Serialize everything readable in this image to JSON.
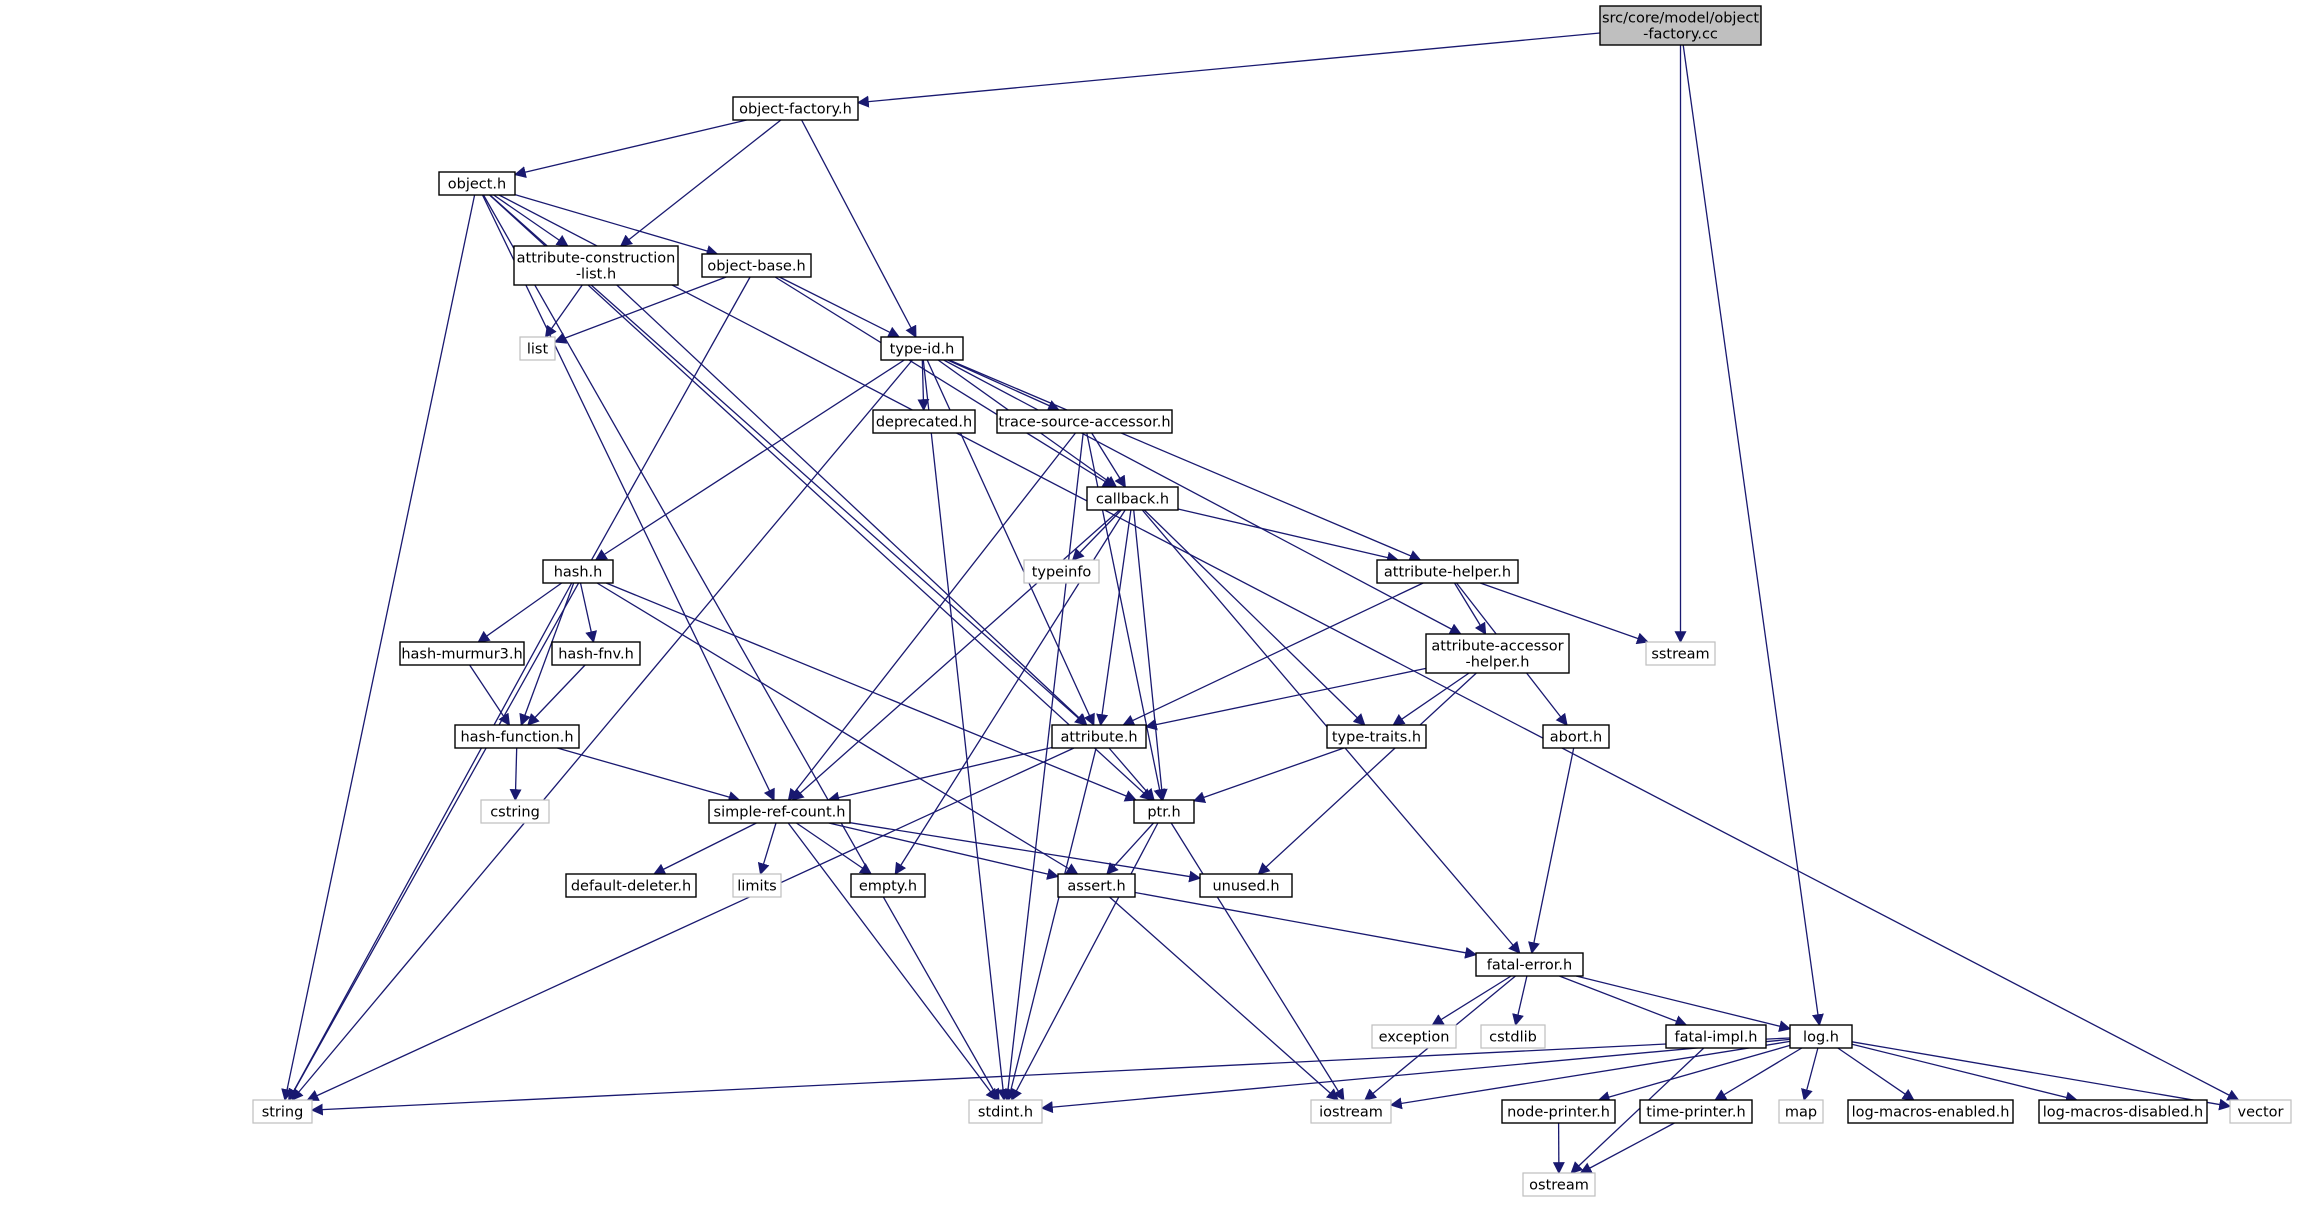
{
  "colors": {
    "edge": "#191970",
    "root_fill": "#bfbfbf",
    "system_border": "#bfbfbf"
  },
  "nodes": {
    "root": {
      "lines": [
        "src/core/model/object",
        "-factory.cc"
      ]
    },
    "object_factory_h": {
      "lines": [
        "object-factory.h"
      ]
    },
    "object_h": {
      "lines": [
        "object.h"
      ]
    },
    "attribute_construction_list_h": {
      "lines": [
        "attribute-construction",
        "-list.h"
      ]
    },
    "object_base_h": {
      "lines": [
        "object-base.h"
      ]
    },
    "list": {
      "lines": [
        "list"
      ]
    },
    "type_id_h": {
      "lines": [
        "type-id.h"
      ]
    },
    "deprecated_h": {
      "lines": [
        "deprecated.h"
      ]
    },
    "trace_source_accessor_h": {
      "lines": [
        "trace-source-accessor.h"
      ]
    },
    "callback_h": {
      "lines": [
        "callback.h"
      ]
    },
    "typeinfo": {
      "lines": [
        "typeinfo"
      ]
    },
    "attribute_helper_h": {
      "lines": [
        "attribute-helper.h"
      ]
    },
    "sstream": {
      "lines": [
        "sstream"
      ]
    },
    "hash_h": {
      "lines": [
        "hash.h"
      ]
    },
    "hash_murmur3_h": {
      "lines": [
        "hash-murmur3.h"
      ]
    },
    "hash_fnv_h": {
      "lines": [
        "hash-fnv.h"
      ]
    },
    "attribute_accessor_helper_h": {
      "lines": [
        "attribute-accessor",
        "-helper.h"
      ]
    },
    "hash_function_h": {
      "lines": [
        "hash-function.h"
      ]
    },
    "attribute_h": {
      "lines": [
        "attribute.h"
      ]
    },
    "type_traits_h": {
      "lines": [
        "type-traits.h"
      ]
    },
    "abort_h": {
      "lines": [
        "abort.h"
      ]
    },
    "cstring": {
      "lines": [
        "cstring"
      ]
    },
    "simple_ref_count_h": {
      "lines": [
        "simple-ref-count.h"
      ]
    },
    "ptr_h": {
      "lines": [
        "ptr.h"
      ]
    },
    "default_deleter_h": {
      "lines": [
        "default-deleter.h"
      ]
    },
    "limits": {
      "lines": [
        "limits"
      ]
    },
    "empty_h": {
      "lines": [
        "empty.h"
      ]
    },
    "assert_h": {
      "lines": [
        "assert.h"
      ]
    },
    "unused_h": {
      "lines": [
        "unused.h"
      ]
    },
    "fatal_error_h": {
      "lines": [
        "fatal-error.h"
      ]
    },
    "exception": {
      "lines": [
        "exception"
      ]
    },
    "cstdlib": {
      "lines": [
        "cstdlib"
      ]
    },
    "fatal_impl_h": {
      "lines": [
        "fatal-impl.h"
      ]
    },
    "log_h": {
      "lines": [
        "log.h"
      ]
    },
    "string": {
      "lines": [
        "string"
      ]
    },
    "stdint_h": {
      "lines": [
        "stdint.h"
      ]
    },
    "iostream": {
      "lines": [
        "iostream"
      ]
    },
    "node_printer_h": {
      "lines": [
        "node-printer.h"
      ]
    },
    "time_printer_h": {
      "lines": [
        "time-printer.h"
      ]
    },
    "map": {
      "lines": [
        "map"
      ]
    },
    "log_macros_enabled_h": {
      "lines": [
        "log-macros-enabled.h"
      ]
    },
    "log_macros_disabled_h": {
      "lines": [
        "log-macros-disabled.h"
      ]
    },
    "vector": {
      "lines": [
        "vector"
      ]
    },
    "ostream": {
      "lines": [
        "ostream"
      ]
    }
  },
  "edges": [
    [
      "root",
      "object_factory_h"
    ],
    [
      "root",
      "sstream"
    ],
    [
      "root",
      "log_h"
    ],
    [
      "object_factory_h",
      "object_h"
    ],
    [
      "object_factory_h",
      "attribute_construction_list_h"
    ],
    [
      "object_factory_h",
      "type_id_h"
    ],
    [
      "object_h",
      "attribute_construction_list_h"
    ],
    [
      "object_h",
      "object_base_h"
    ],
    [
      "object_h",
      "string"
    ],
    [
      "object_h",
      "stdint_h"
    ],
    [
      "object_h",
      "simple_ref_count_h"
    ],
    [
      "object_h",
      "ptr_h"
    ],
    [
      "object_h",
      "attribute_h"
    ],
    [
      "object_h",
      "vector"
    ],
    [
      "attribute_construction_list_h",
      "list"
    ],
    [
      "attribute_construction_list_h",
      "attribute_h"
    ],
    [
      "object_base_h",
      "list"
    ],
    [
      "object_base_h",
      "string"
    ],
    [
      "object_base_h",
      "type_id_h"
    ],
    [
      "object_base_h",
      "callback_h"
    ],
    [
      "type_id_h",
      "deprecated_h"
    ],
    [
      "type_id_h",
      "trace_source_accessor_h"
    ],
    [
      "type_id_h",
      "callback_h"
    ],
    [
      "type_id_h",
      "hash_h"
    ],
    [
      "type_id_h",
      "string"
    ],
    [
      "type_id_h",
      "attribute_h"
    ],
    [
      "type_id_h",
      "attribute_helper_h"
    ],
    [
      "type_id_h",
      "attribute_accessor_helper_h"
    ],
    [
      "type_id_h",
      "stdint_h"
    ],
    [
      "trace_source_accessor_h",
      "callback_h"
    ],
    [
      "trace_source_accessor_h",
      "simple_ref_count_h"
    ],
    [
      "trace_source_accessor_h",
      "ptr_h"
    ],
    [
      "trace_source_accessor_h",
      "stdint_h"
    ],
    [
      "callback_h",
      "typeinfo"
    ],
    [
      "callback_h",
      "attribute_helper_h"
    ],
    [
      "callback_h",
      "attribute_h"
    ],
    [
      "callback_h",
      "ptr_h"
    ],
    [
      "callback_h",
      "simple_ref_count_h"
    ],
    [
      "callback_h",
      "empty_h"
    ],
    [
      "callback_h",
      "type_traits_h"
    ],
    [
      "callback_h",
      "fatal_error_h"
    ],
    [
      "attribute_helper_h",
      "sstream"
    ],
    [
      "attribute_helper_h",
      "attribute_accessor_helper_h"
    ],
    [
      "attribute_helper_h",
      "abort_h"
    ],
    [
      "attribute_helper_h",
      "attribute_h"
    ],
    [
      "attribute_accessor_helper_h",
      "attribute_h"
    ],
    [
      "attribute_accessor_helper_h",
      "type_traits_h"
    ],
    [
      "attribute_accessor_helper_h",
      "unused_h"
    ],
    [
      "hash_h",
      "hash_murmur3_h"
    ],
    [
      "hash_h",
      "hash_fnv_h"
    ],
    [
      "hash_h",
      "hash_function_h"
    ],
    [
      "hash_h",
      "string"
    ],
    [
      "hash_h",
      "ptr_h"
    ],
    [
      "hash_h",
      "assert_h"
    ],
    [
      "hash_murmur3_h",
      "hash_function_h"
    ],
    [
      "hash_fnv_h",
      "hash_function_h"
    ],
    [
      "hash_function_h",
      "cstring"
    ],
    [
      "hash_function_h",
      "simple_ref_count_h"
    ],
    [
      "attribute_h",
      "simple_ref_count_h"
    ],
    [
      "attribute_h",
      "ptr_h"
    ],
    [
      "attribute_h",
      "string"
    ],
    [
      "attribute_h",
      "stdint_h"
    ],
    [
      "type_traits_h",
      "ptr_h"
    ],
    [
      "abort_h",
      "fatal_error_h"
    ],
    [
      "simple_ref_count_h",
      "default_deleter_h"
    ],
    [
      "simple_ref_count_h",
      "limits"
    ],
    [
      "simple_ref_count_h",
      "empty_h"
    ],
    [
      "simple_ref_count_h",
      "assert_h"
    ],
    [
      "simple_ref_count_h",
      "unused_h"
    ],
    [
      "simple_ref_count_h",
      "stdint_h"
    ],
    [
      "ptr_h",
      "assert_h"
    ],
    [
      "ptr_h",
      "iostream"
    ],
    [
      "ptr_h",
      "stdint_h"
    ],
    [
      "assert_h",
      "fatal_error_h"
    ],
    [
      "assert_h",
      "iostream"
    ],
    [
      "fatal_error_h",
      "exception"
    ],
    [
      "fatal_error_h",
      "cstdlib"
    ],
    [
      "fatal_error_h",
      "fatal_impl_h"
    ],
    [
      "fatal_error_h",
      "log_h"
    ],
    [
      "fatal_error_h",
      "iostream"
    ],
    [
      "fatal_impl_h",
      "ostream"
    ],
    [
      "log_h",
      "string"
    ],
    [
      "log_h",
      "stdint_h"
    ],
    [
      "log_h",
      "iostream"
    ],
    [
      "log_h",
      "node_printer_h"
    ],
    [
      "log_h",
      "time_printer_h"
    ],
    [
      "log_h",
      "map"
    ],
    [
      "log_h",
      "log_macros_enabled_h"
    ],
    [
      "log_h",
      "log_macros_disabled_h"
    ],
    [
      "log_h",
      "vector"
    ],
    [
      "node_printer_h",
      "ostream"
    ],
    [
      "time_printer_h",
      "ostream"
    ]
  ]
}
